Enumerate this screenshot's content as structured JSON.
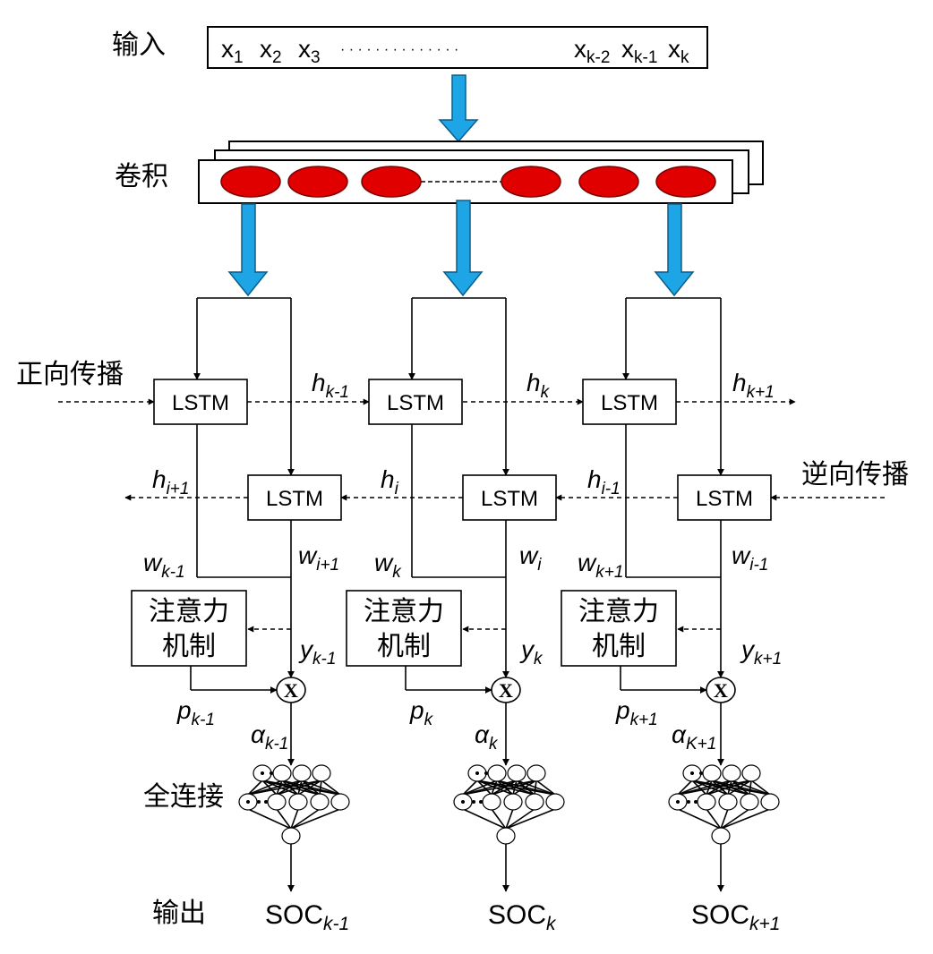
{
  "labels": {
    "input": "输入",
    "conv": "卷积",
    "forward": "正向传播",
    "backward": "逆向传播",
    "fc": "全连接",
    "output": "输出"
  },
  "input_sequence": [
    {
      "base": "x",
      "sub": "1"
    },
    {
      "base": "x",
      "sub": "2"
    },
    {
      "base": "x",
      "sub": "3"
    },
    {
      "base": "x",
      "sub": "k-2"
    },
    {
      "base": "x",
      "sub": "k-1"
    },
    {
      "base": "x",
      "sub": "k"
    }
  ],
  "input_ellipsis": "· · · · · · · · · · · · · ·",
  "lstm_label": "LSTM",
  "attention_label": [
    "注意力",
    "机制"
  ],
  "multiply_symbol": "X",
  "columns": [
    {
      "forward_h": {
        "base": "h",
        "sub": "k-1"
      },
      "backward_h": {
        "base": "h",
        "sub": "i+1"
      },
      "w_left": {
        "base": "w",
        "sub": "k-1"
      },
      "w_right": {
        "base": "w",
        "sub": "i+1"
      },
      "y": {
        "base": "y",
        "sub": "k-1"
      },
      "p": {
        "base": "p",
        "sub": "k-1"
      },
      "alpha": {
        "base": "α",
        "sub": "k-1"
      },
      "soc": {
        "base": "SOC",
        "sub": "k-1"
      }
    },
    {
      "forward_h": {
        "base": "h",
        "sub": "k"
      },
      "backward_h": {
        "base": "h",
        "sub": "i"
      },
      "w_left": {
        "base": "w",
        "sub": "k"
      },
      "w_right": {
        "base": "w",
        "sub": "i"
      },
      "y": {
        "base": "y",
        "sub": "k"
      },
      "p": {
        "base": "p",
        "sub": "k"
      },
      "alpha": {
        "base": "α",
        "sub": "k"
      },
      "soc": {
        "base": "SOC",
        "sub": "k"
      }
    },
    {
      "forward_h": {
        "base": "h",
        "sub": "k+1"
      },
      "backward_h": {
        "base": "h",
        "sub": "i-1"
      },
      "w_left": {
        "base": "w",
        "sub": "k+1"
      },
      "w_right": {
        "base": "w",
        "sub": "i-1"
      },
      "y": {
        "base": "y",
        "sub": "k+1"
      },
      "p": {
        "base": "p",
        "sub": "k+1"
      },
      "alpha": {
        "base": "α",
        "sub": "K+1"
      },
      "soc": {
        "base": "SOC",
        "sub": "k+1"
      }
    }
  ],
  "colors": {
    "arrow_fill": "#1ea5e6",
    "arrow_stroke": "#0b5f8a",
    "conv_node_fill": "#e00000",
    "conv_node_stroke": "#7a0000",
    "line": "#000000"
  }
}
